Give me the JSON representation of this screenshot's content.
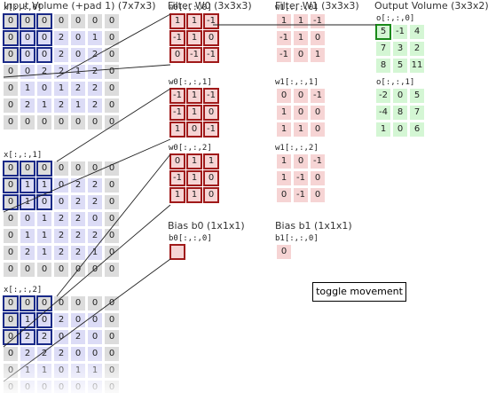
{
  "headings": {
    "input": "Input Volume (+pad 1) (7x7x3)",
    "filter_w0": "Filter W0 (3x3x3)",
    "filter_w1": "Filter W1 (3x3x3)",
    "output": "Output Volume (3x3x2)",
    "bias_b0": "Bias b0 (1x1x1)",
    "bias_b1": "Bias b1 (1x1x1)"
  },
  "button_label": "toggle movement",
  "colors": {
    "pad": "#dcdcdc",
    "input": "#dcdcf6",
    "weight": "#f6d4d4",
    "output": "#d4f6d4",
    "highlight_input": "#1a2a88",
    "highlight_weight": "#a01a1a",
    "highlight_output": "#1a8a1a"
  },
  "input_slices": [
    {
      "label": "x[:,:,0]",
      "values": [
        [
          0,
          0,
          0,
          0,
          0,
          0,
          0
        ],
        [
          0,
          0,
          0,
          2,
          0,
          1,
          0
        ],
        [
          0,
          0,
          0,
          2,
          0,
          2,
          0
        ],
        [
          0,
          0,
          2,
          2,
          1,
          2,
          0
        ],
        [
          0,
          1,
          0,
          1,
          2,
          2,
          0
        ],
        [
          0,
          2,
          1,
          2,
          1,
          2,
          0
        ],
        [
          0,
          0,
          0,
          0,
          0,
          0,
          0
        ]
      ]
    },
    {
      "label": "x[:,:,1]",
      "values": [
        [
          0,
          0,
          0,
          0,
          0,
          0,
          0
        ],
        [
          0,
          1,
          1,
          0,
          2,
          2,
          0
        ],
        [
          0,
          1,
          0,
          0,
          2,
          2,
          0
        ],
        [
          0,
          0,
          1,
          2,
          2,
          0,
          0
        ],
        [
          0,
          1,
          1,
          2,
          2,
          2,
          0
        ],
        [
          0,
          2,
          1,
          2,
          2,
          1,
          0
        ],
        [
          0,
          0,
          0,
          0,
          0,
          0,
          0
        ]
      ]
    },
    {
      "label": "x[:,:,2]",
      "values": [
        [
          0,
          0,
          0,
          0,
          0,
          0,
          0
        ],
        [
          0,
          1,
          0,
          2,
          0,
          0,
          0
        ],
        [
          0,
          2,
          2,
          0,
          2,
          0,
          0
        ],
        [
          0,
          2,
          2,
          2,
          0,
          0,
          0
        ],
        [
          0,
          1,
          1,
          0,
          1,
          1,
          0
        ],
        [
          0,
          0,
          0,
          0,
          0,
          0,
          0
        ],
        [
          0,
          0,
          0,
          0,
          0,
          0,
          0
        ]
      ]
    }
  ],
  "filter_w0": [
    {
      "label": "w0[:,:,0]",
      "values": [
        [
          1,
          1,
          -1
        ],
        [
          -1,
          1,
          0
        ],
        [
          0,
          -1,
          -1
        ]
      ]
    },
    {
      "label": "w0[:,:,1]",
      "values": [
        [
          -1,
          1,
          -1
        ],
        [
          -1,
          1,
          0
        ],
        [
          1,
          0,
          -1
        ]
      ]
    },
    {
      "label": "w0[:,:,2]",
      "values": [
        [
          0,
          1,
          1
        ],
        [
          -1,
          1,
          0
        ],
        [
          1,
          1,
          0
        ]
      ]
    }
  ],
  "filter_w1": [
    {
      "label": "w1[:,:,0]",
      "values": [
        [
          1,
          1,
          -1
        ],
        [
          -1,
          1,
          0
        ],
        [
          -1,
          0,
          1
        ]
      ]
    },
    {
      "label": "w1[:,:,1]",
      "values": [
        [
          0,
          0,
          -1
        ],
        [
          1,
          0,
          0
        ],
        [
          1,
          1,
          0
        ]
      ]
    },
    {
      "label": "w1[:,:,2]",
      "values": [
        [
          1,
          0,
          -1
        ],
        [
          1,
          -1,
          0
        ],
        [
          0,
          -1,
          0
        ]
      ]
    }
  ],
  "bias": {
    "b0": {
      "label": "b0[:,:,0]",
      "value": ""
    },
    "b1": {
      "label": "b1[:,:,0]",
      "value": "0"
    }
  },
  "output_slices": [
    {
      "label": "o[:,:,0]",
      "values": [
        [
          5,
          -1,
          4
        ],
        [
          7,
          3,
          2
        ],
        [
          8,
          5,
          11
        ]
      ]
    },
    {
      "label": "o[:,:,1]",
      "values": [
        [
          -2,
          0,
          5
        ],
        [
          -4,
          8,
          7
        ],
        [
          1,
          0,
          6
        ]
      ]
    }
  ],
  "highlight": {
    "row": 0,
    "col": 0,
    "output_depth": 0
  }
}
